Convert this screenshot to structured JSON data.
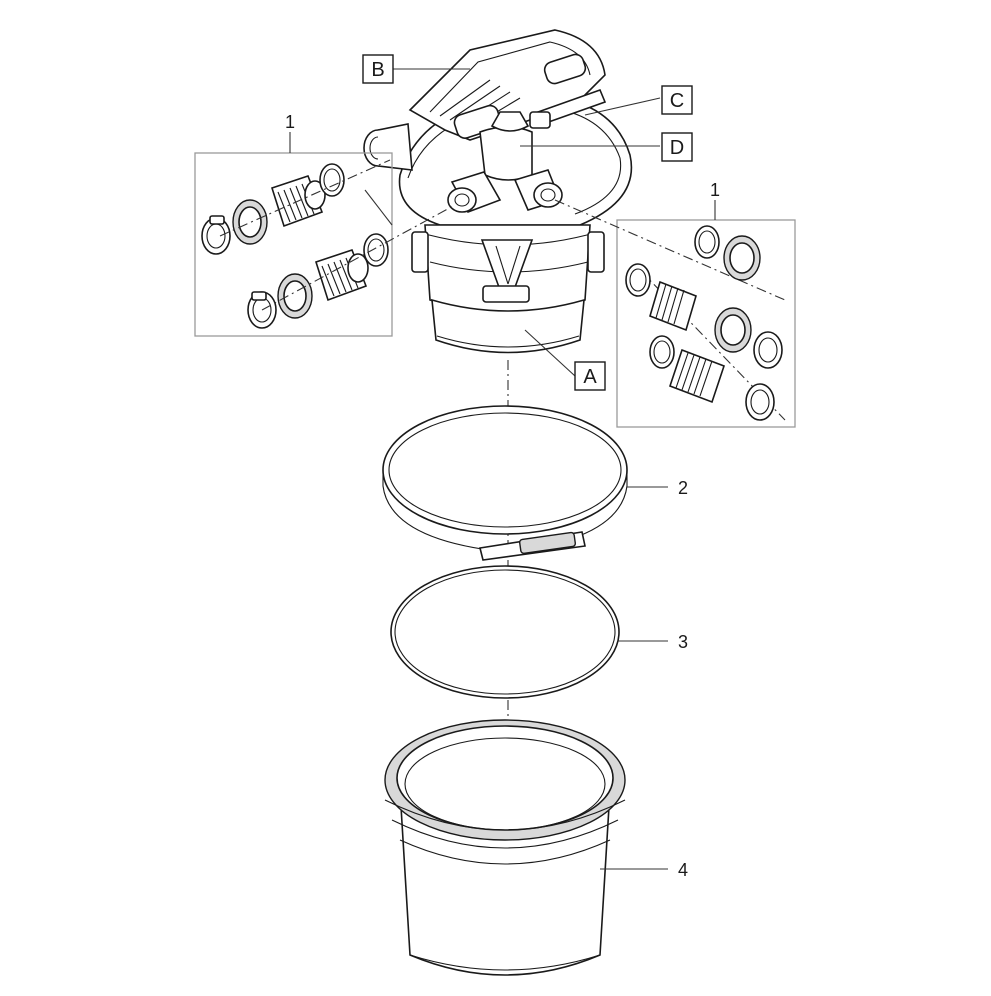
{
  "labels": {
    "letters": {
      "a": "A",
      "b": "B",
      "c": "C",
      "d": "D"
    },
    "numbers": {
      "connectors_left": "1",
      "connectors_right": "1",
      "clamp_ring": "2",
      "o_ring": "3",
      "housing": "4"
    }
  }
}
